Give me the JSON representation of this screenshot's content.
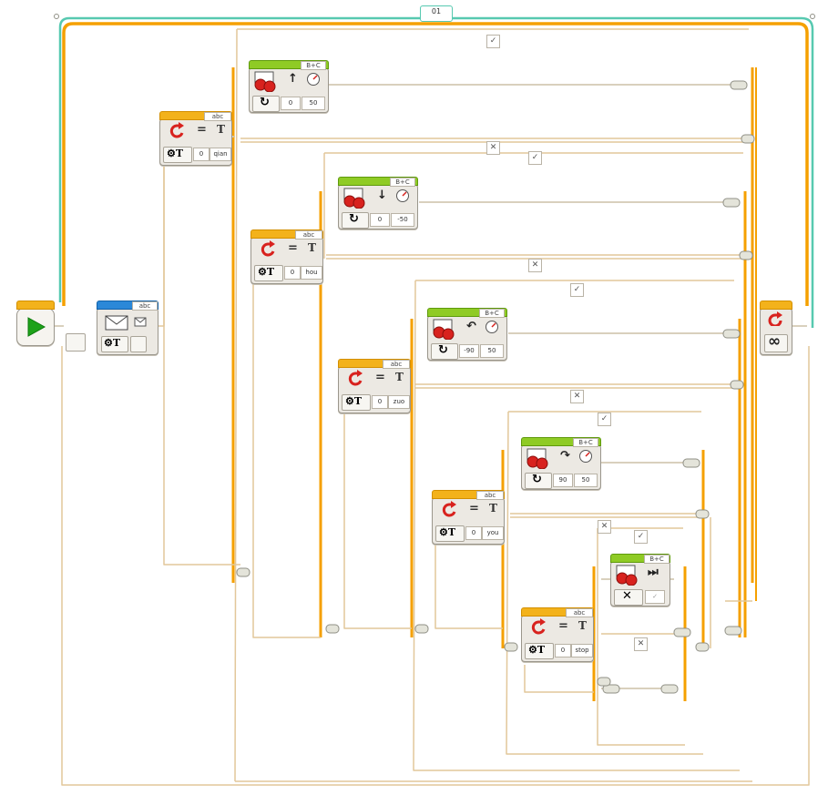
{
  "loop": {
    "name": "01",
    "count_symbol": "∞"
  },
  "switch_case": {
    "true_symbol": "✓",
    "false_symbol": "✕"
  },
  "message_block": {
    "name_tag": "abc"
  },
  "compare_blocks": [
    {
      "tag": "abc",
      "eq": "=",
      "t": "T",
      "n": "0",
      "text": "qian"
    },
    {
      "tag": "abc",
      "eq": "=",
      "t": "T",
      "n": "0",
      "text": "hou"
    },
    {
      "tag": "abc",
      "eq": "=",
      "t": "T",
      "n": "0",
      "text": "zuo"
    },
    {
      "tag": "abc",
      "eq": "=",
      "t": "T",
      "n": "0",
      "text": "you"
    },
    {
      "tag": "abc",
      "eq": "=",
      "t": "T",
      "n": "0",
      "text": "stop"
    }
  ],
  "move_blocks": [
    {
      "port": "B+C",
      "arrow": "↑",
      "steer": "0",
      "power": "50"
    },
    {
      "port": "B+C",
      "arrow": "↓",
      "steer": "0",
      "power": "-50"
    },
    {
      "port": "B+C",
      "arrow": "↶",
      "steer": "-90",
      "power": "50"
    },
    {
      "port": "B+C",
      "arrow": "↷",
      "steer": "90",
      "power": "50"
    },
    {
      "port": "B+C",
      "arrow": "⏭",
      "steer": "",
      "power": ""
    }
  ],
  "colors": {
    "orange": "#f39a00",
    "teal": "#57c9b0",
    "green": "#8fcb25",
    "blue": "#2b88d8",
    "frame": "#e2c79a"
  }
}
